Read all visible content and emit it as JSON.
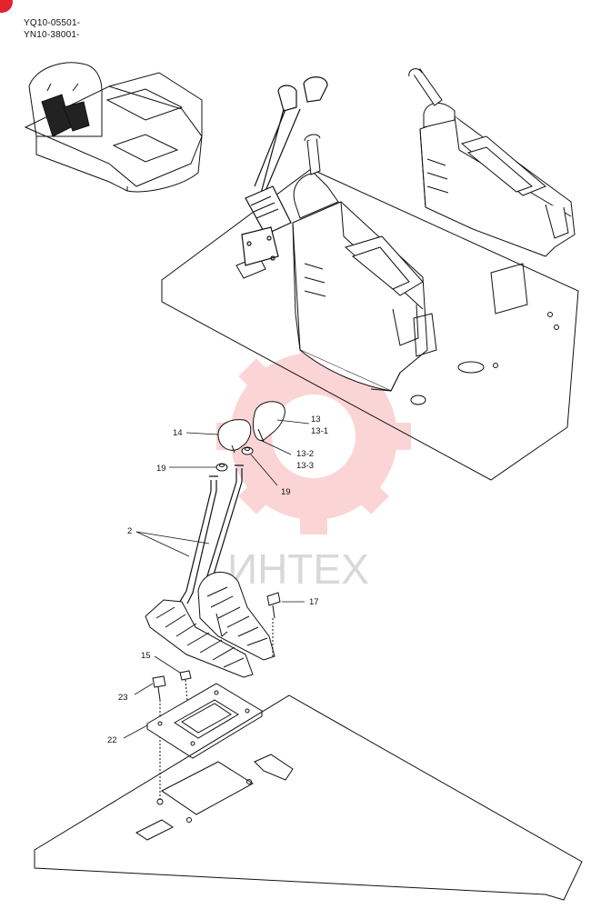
{
  "header": {
    "serial_1": "YQ10-05501-",
    "serial_2": "YN10-38001-"
  },
  "watermark": {
    "brand_text": "ИНТЕХ",
    "color": "#f26b6b"
  },
  "colors": {
    "accent": "#e3232d",
    "line": "#111111"
  },
  "callouts": {
    "c14": "14",
    "c13": "13",
    "c13_1": "13-1",
    "c13_2": "13-2",
    "c13_3": "13-3",
    "c19a": "19",
    "c19b": "19",
    "c2": "2",
    "c17": "17",
    "c15": "15",
    "c23": "23",
    "c22": "22"
  }
}
